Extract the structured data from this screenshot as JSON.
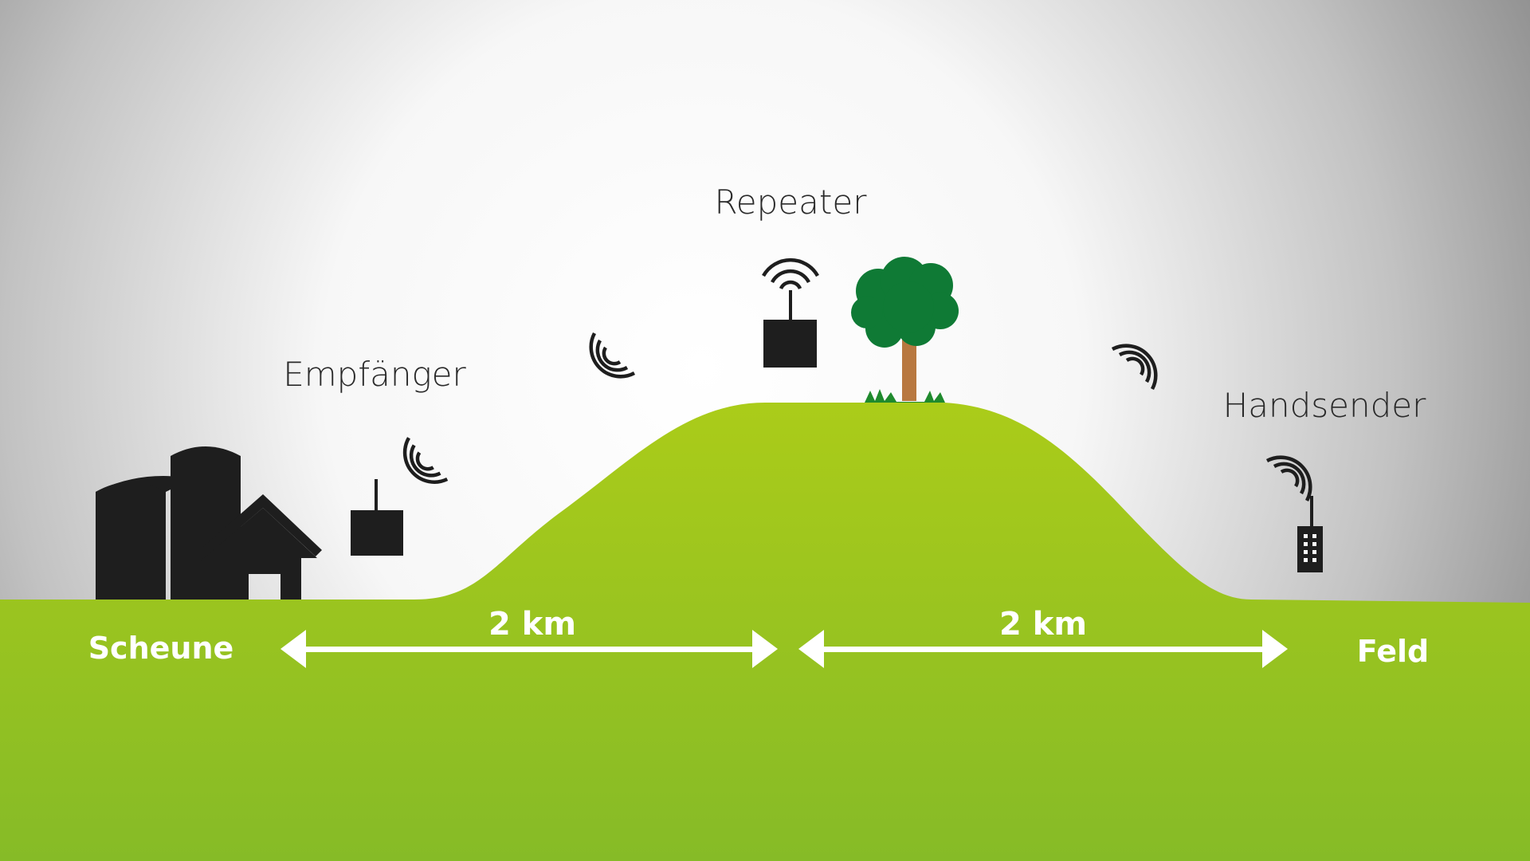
{
  "labels": {
    "receiver": "Empfänger",
    "repeater": "Repeater",
    "handheld": "Handsender",
    "barn": "Scheune",
    "field": "Feld"
  },
  "distances": {
    "left": "2 km",
    "right": "2 km"
  },
  "icons": {
    "barn": "barn-silo-icon",
    "receiver": "receiver-box-icon",
    "repeater": "repeater-box-icon",
    "handheld": "handheld-transmitter-icon",
    "tree": "tree-icon",
    "signal": "signal-waves-icon"
  },
  "colors": {
    "grass_light": "#a9cb1a",
    "grass_dark": "#86bb27",
    "sky_light": "#ffffff",
    "sky_dark": "#8c8c8c",
    "device": "#1e1e1e",
    "tree_crown": "#0f7a35",
    "tree_trunk": "#b87840"
  }
}
